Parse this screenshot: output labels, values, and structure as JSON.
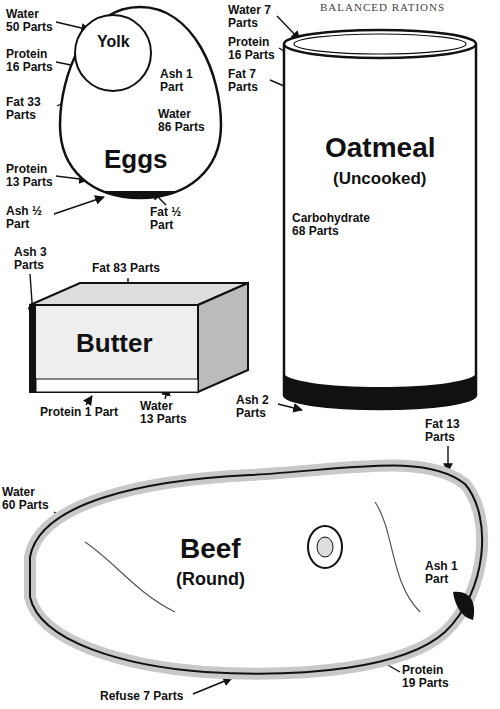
{
  "diagram": {
    "nodes": [
      {
        "text": [
          "Eggs"
        ]
      },
      {
        "text": [
          "Yolk"
        ],
        "in": 0
      },
      {
        "text": [
          "Oatmeal",
          "(Uncooked)"
        ]
      },
      {
        "text": [
          "Butter"
        ]
      },
      {
        "text": [
          "Beef",
          "(Round)"
        ]
      }
    ],
    "labels": [
      "Water 50 Parts",
      "Protein 16 Parts",
      "Fat 33 Parts",
      "Ash 1 Part",
      "Water 86 Parts",
      "Protein 13 Parts",
      "Fat ½ Part",
      "Ash ½ Part",
      "Water 7 Parts",
      "Protein 16 Parts",
      "Fat 7 Parts",
      "Carbohydrate 68 Parts",
      "Ash 2 Parts",
      "Ash 3 Parts",
      "Fat 83 Parts",
      "Water 13 Parts",
      "Protein 1 Part",
      "Fat 13 Parts",
      "Water 60 Parts",
      "Ash 1 Part",
      "Refuse 7 Parts",
      "Protein 19 Parts",
      "BALANCED RATIONS"
    ]
  }
}
